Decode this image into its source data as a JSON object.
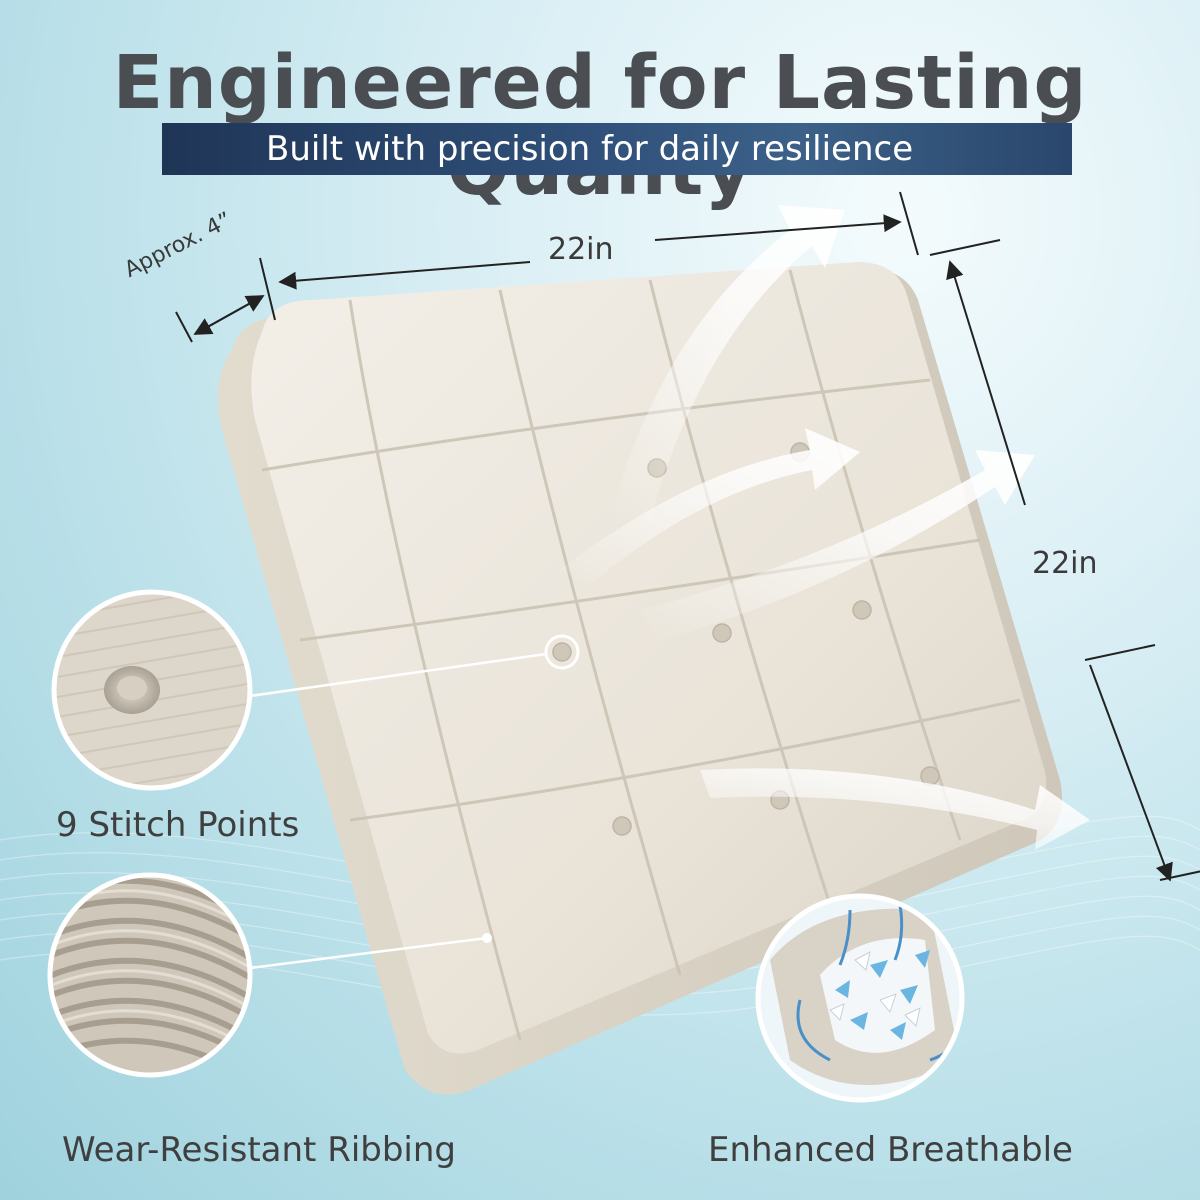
{
  "header": {
    "title": "Engineered for Lasting Quality",
    "subtitle": "Built with precision for daily resilience"
  },
  "dimensions": {
    "width": "22in",
    "length": "22in",
    "thickness": "Approx. 4”"
  },
  "features": {
    "stitch": "9 Stitch Points",
    "ribbing": "Wear-Resistant Ribbing",
    "breathable": "Enhanced Breathable"
  },
  "colors": {
    "banner": "#2a466c",
    "title": "#4a4e52",
    "cushion": "#ece6dc",
    "background": "#c8e8ef",
    "foam_blue": "#6ab6e0"
  },
  "icons": {
    "airflow": "airflow-arrow-icon",
    "dimension": "dimension-arrow-icon"
  }
}
